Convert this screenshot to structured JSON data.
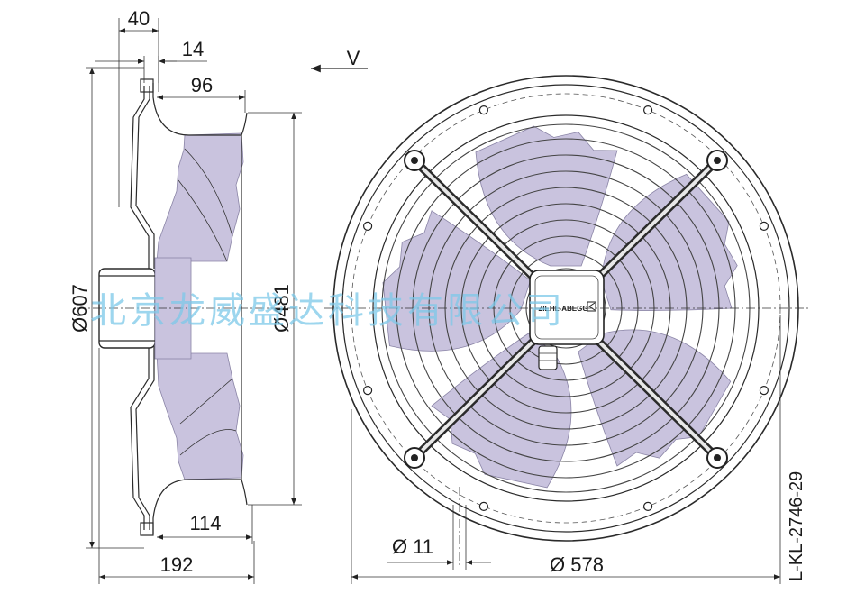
{
  "dimensions": {
    "d40": "40",
    "d14": "14",
    "d96": "96",
    "d607": "Ø607",
    "d481": "Ø481",
    "d114": "114",
    "d192": "192",
    "d11": "Ø 11",
    "d578": "Ø 578"
  },
  "view_label": "V",
  "brand_text": "ZIEHL-ABEGG",
  "drawing_code": "L-KL-2746-29",
  "watermark": "北京龙威盛达科技有限公司"
}
